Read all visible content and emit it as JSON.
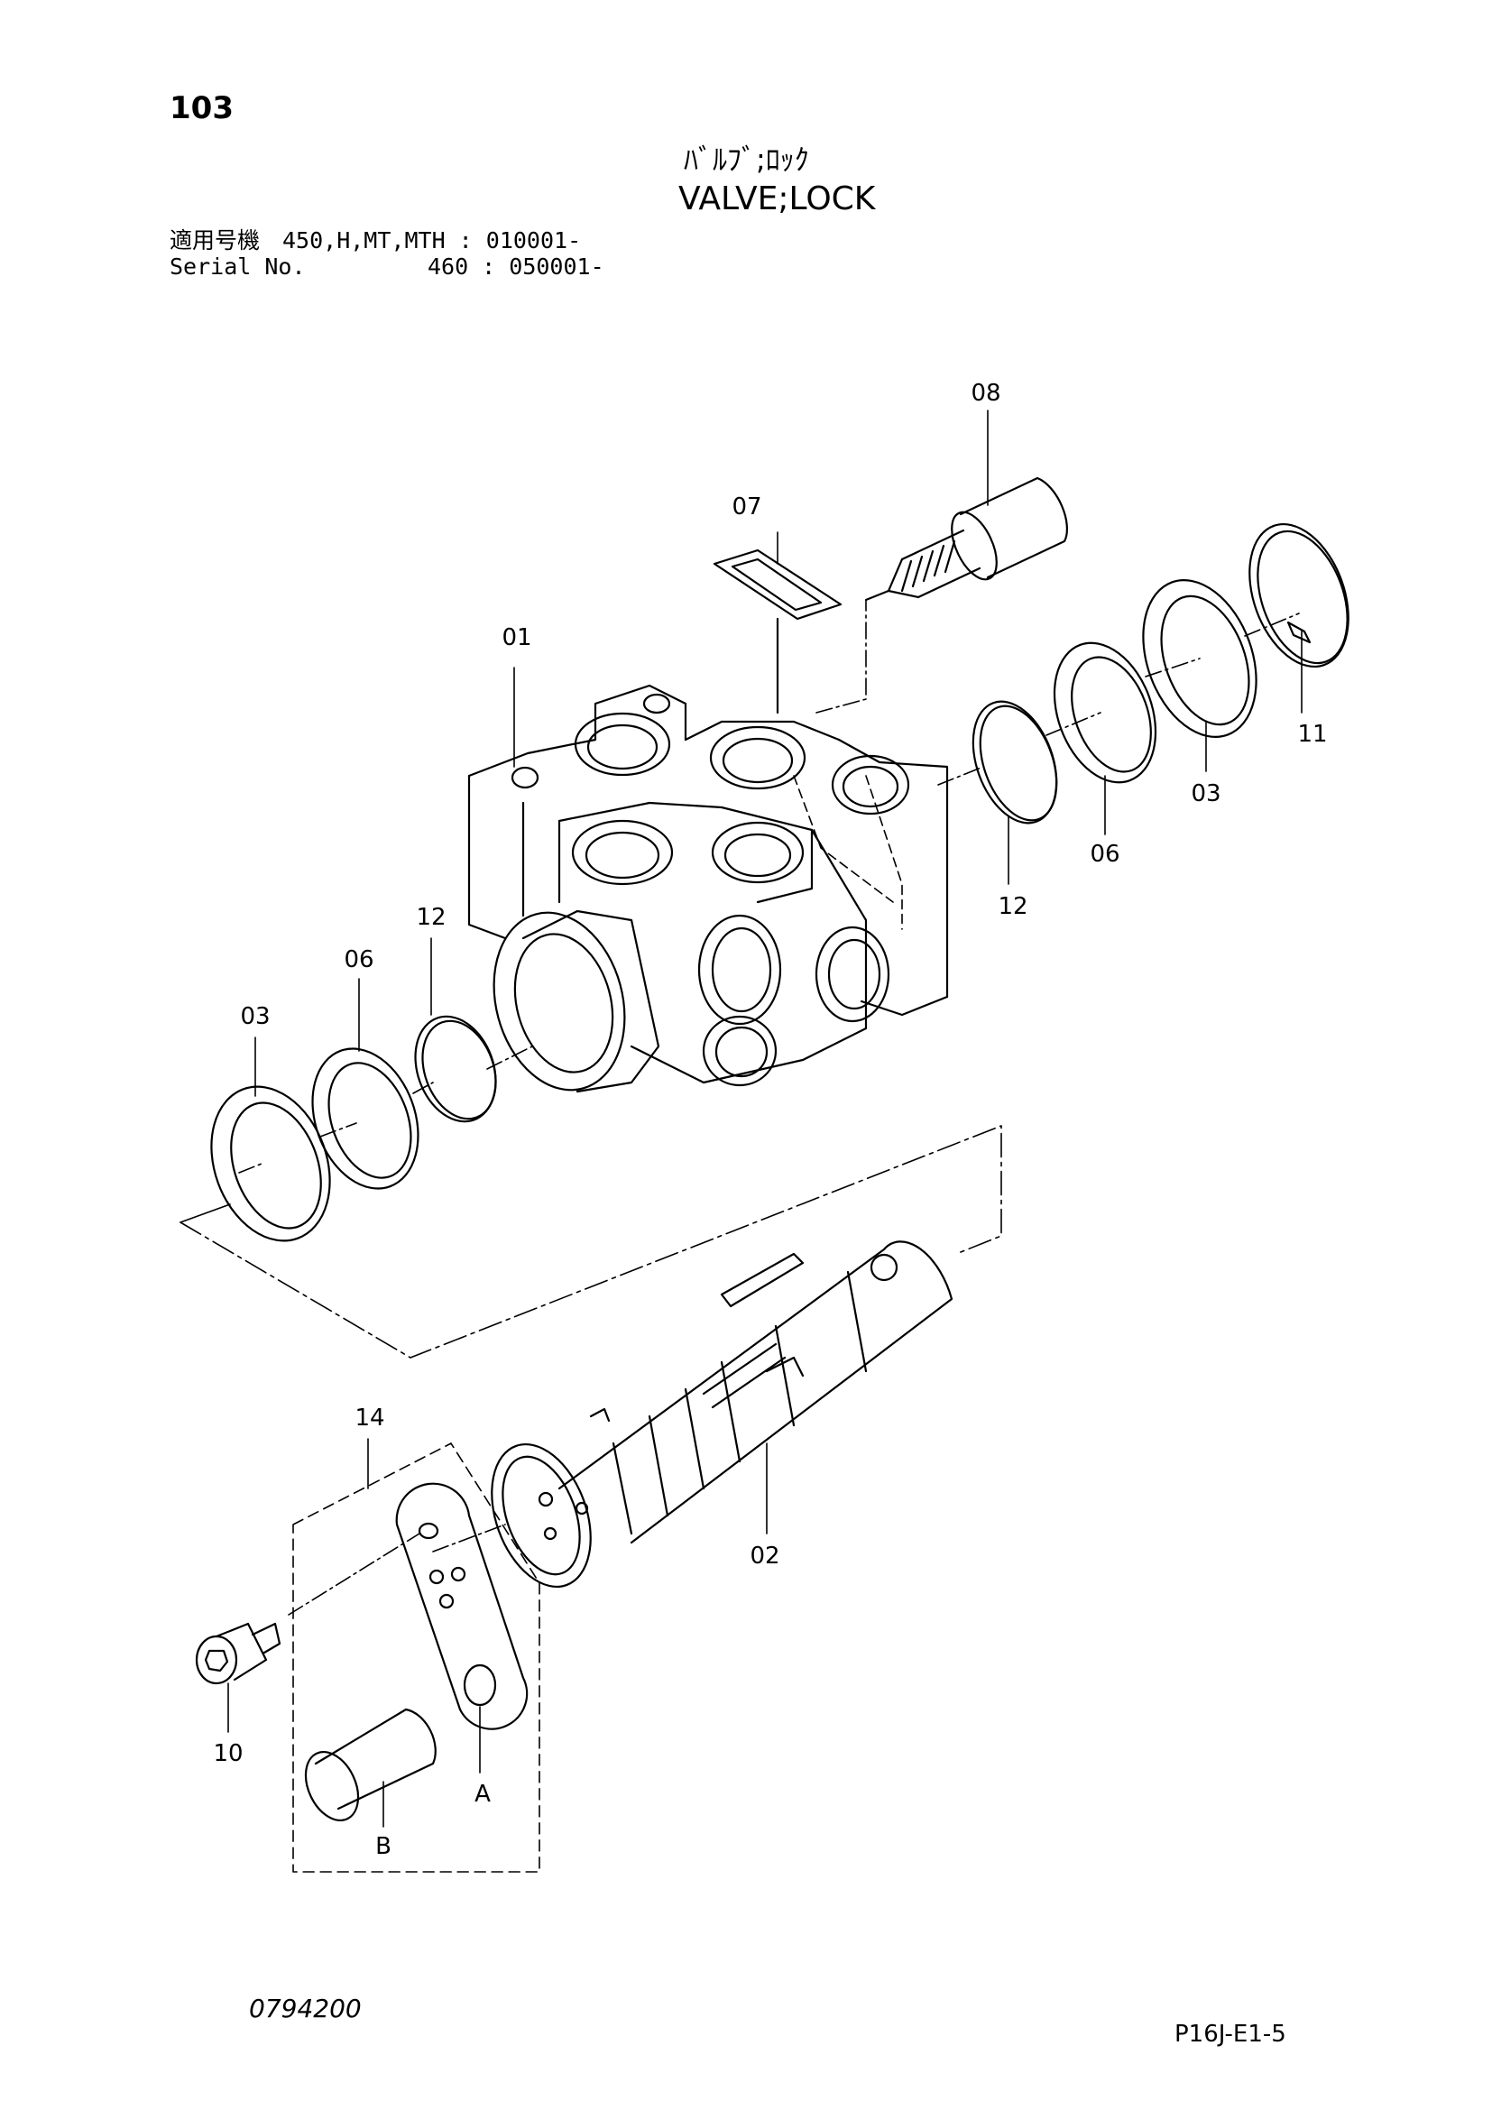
{
  "header": {
    "page_number": "103",
    "title_jp": "ﾊﾞﾙﾌﾞ;ﾛｯｸ",
    "title_en": "VALVE;LOCK",
    "serial_line1": "適用号機　450,H,MT,MTH : 010001-",
    "serial_line2": "Serial No.         460 : 050001-"
  },
  "callouts": {
    "c01": "01",
    "c02": "02",
    "c03_left": "03",
    "c03_right": "03",
    "c06_left": "06",
    "c06_right": "06",
    "c07": "07",
    "c08": "08",
    "c10": "10",
    "c11": "11",
    "c12_left": "12",
    "c12_right": "12",
    "c14": "14",
    "cA": "A",
    "cB": "B"
  },
  "footer": {
    "drawing_number": "0794200",
    "page_code": "P16J-E1-5"
  }
}
